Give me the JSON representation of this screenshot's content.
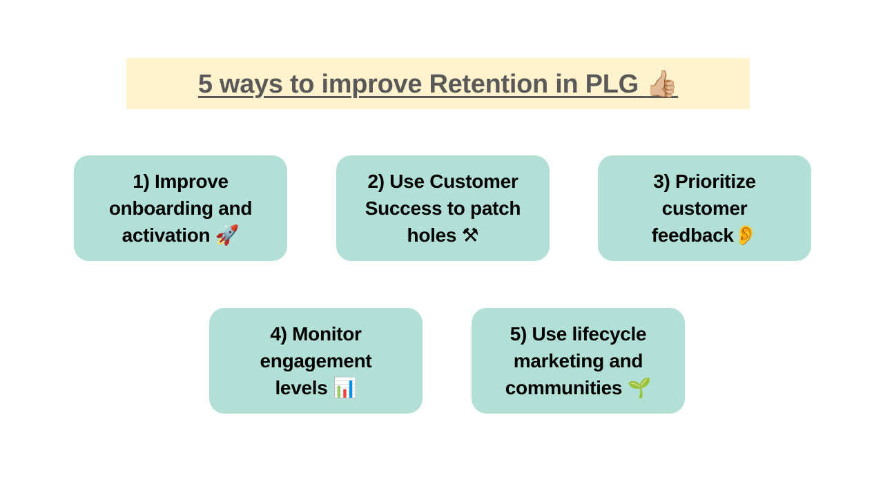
{
  "title": {
    "text": "5 ways to improve Retention in PLG",
    "emoji": "👍🏼"
  },
  "cards": [
    {
      "text": "1) Improve onboarding and activation",
      "emoji": "🚀"
    },
    {
      "text": "2) Use Customer Success to patch holes",
      "emoji": "⚒"
    },
    {
      "text": "3) Prioritize customer feedback",
      "emoji": "👂"
    },
    {
      "text": "4) Monitor engagement levels",
      "emoji": "📊"
    },
    {
      "text": "5) Use lifecycle marketing and communities",
      "emoji": "🌱"
    }
  ],
  "colors": {
    "title_bg": "#fff2cc",
    "title_text": "#595959",
    "card_bg": "#b2dfd6"
  }
}
